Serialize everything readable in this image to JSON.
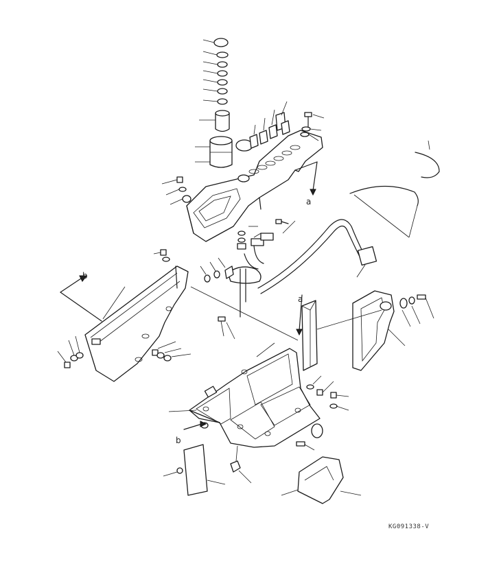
{
  "labels": {
    "a_top": "a",
    "a_mid": "a",
    "b_left": "b",
    "b_lower": "b"
  },
  "drawing_code": "KG091338-V",
  "colors": {
    "ink": "#1a1a1a",
    "paper": "#ffffff"
  }
}
